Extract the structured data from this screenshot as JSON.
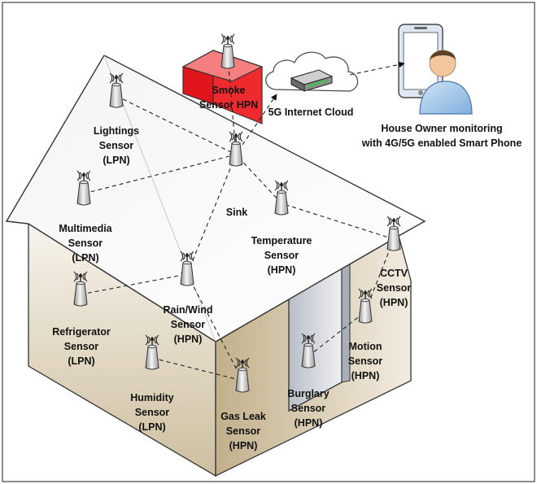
{
  "colors": {
    "roof": "#ffffff",
    "wall_left": "#ddd3c0",
    "wall_right": "#d3c6ad",
    "door": "#d0d4dc",
    "chimney": "#e0151b",
    "outline": "#333333",
    "phone_body": "#c7d9ec",
    "person": "#9cc3e6"
  },
  "owner": {
    "line1": "House Owner monitoring",
    "line2": "with 4G/5G enabled Smart Phone"
  },
  "cloud": {
    "label": "5G Internet Cloud"
  },
  "sensors": {
    "smoke": {
      "lines": [
        "Smoke",
        "Sensor HPN"
      ]
    },
    "lightings": {
      "lines": [
        "Lightings",
        "Sensor",
        "(LPN)"
      ]
    },
    "sink": {
      "lines": [
        "Sink"
      ]
    },
    "multimedia": {
      "lines": [
        "Multimedia",
        "Sensor",
        "(LPN)"
      ]
    },
    "temperature": {
      "lines": [
        "Temperature",
        "Sensor",
        "(HPN)"
      ]
    },
    "cctv": {
      "lines": [
        "CCTV",
        "Sensor",
        "(HPN)"
      ]
    },
    "refrigerator": {
      "lines": [
        "Refrigerator",
        "Sensor",
        "(LPN)"
      ]
    },
    "rainwind": {
      "lines": [
        "Rain/Wind",
        "Sensor",
        "(HPN)"
      ]
    },
    "motion": {
      "lines": [
        "Motion",
        "Sensor",
        "(HPN)"
      ]
    },
    "humidity": {
      "lines": [
        "Humidity",
        "Sensor",
        "(LPN)"
      ]
    },
    "gasleak": {
      "lines": [
        "Gas Leak",
        "Sensor",
        "(HPN)"
      ]
    },
    "burglary": {
      "lines": [
        "Burglary",
        "Sensor",
        "(HPN)"
      ]
    }
  }
}
